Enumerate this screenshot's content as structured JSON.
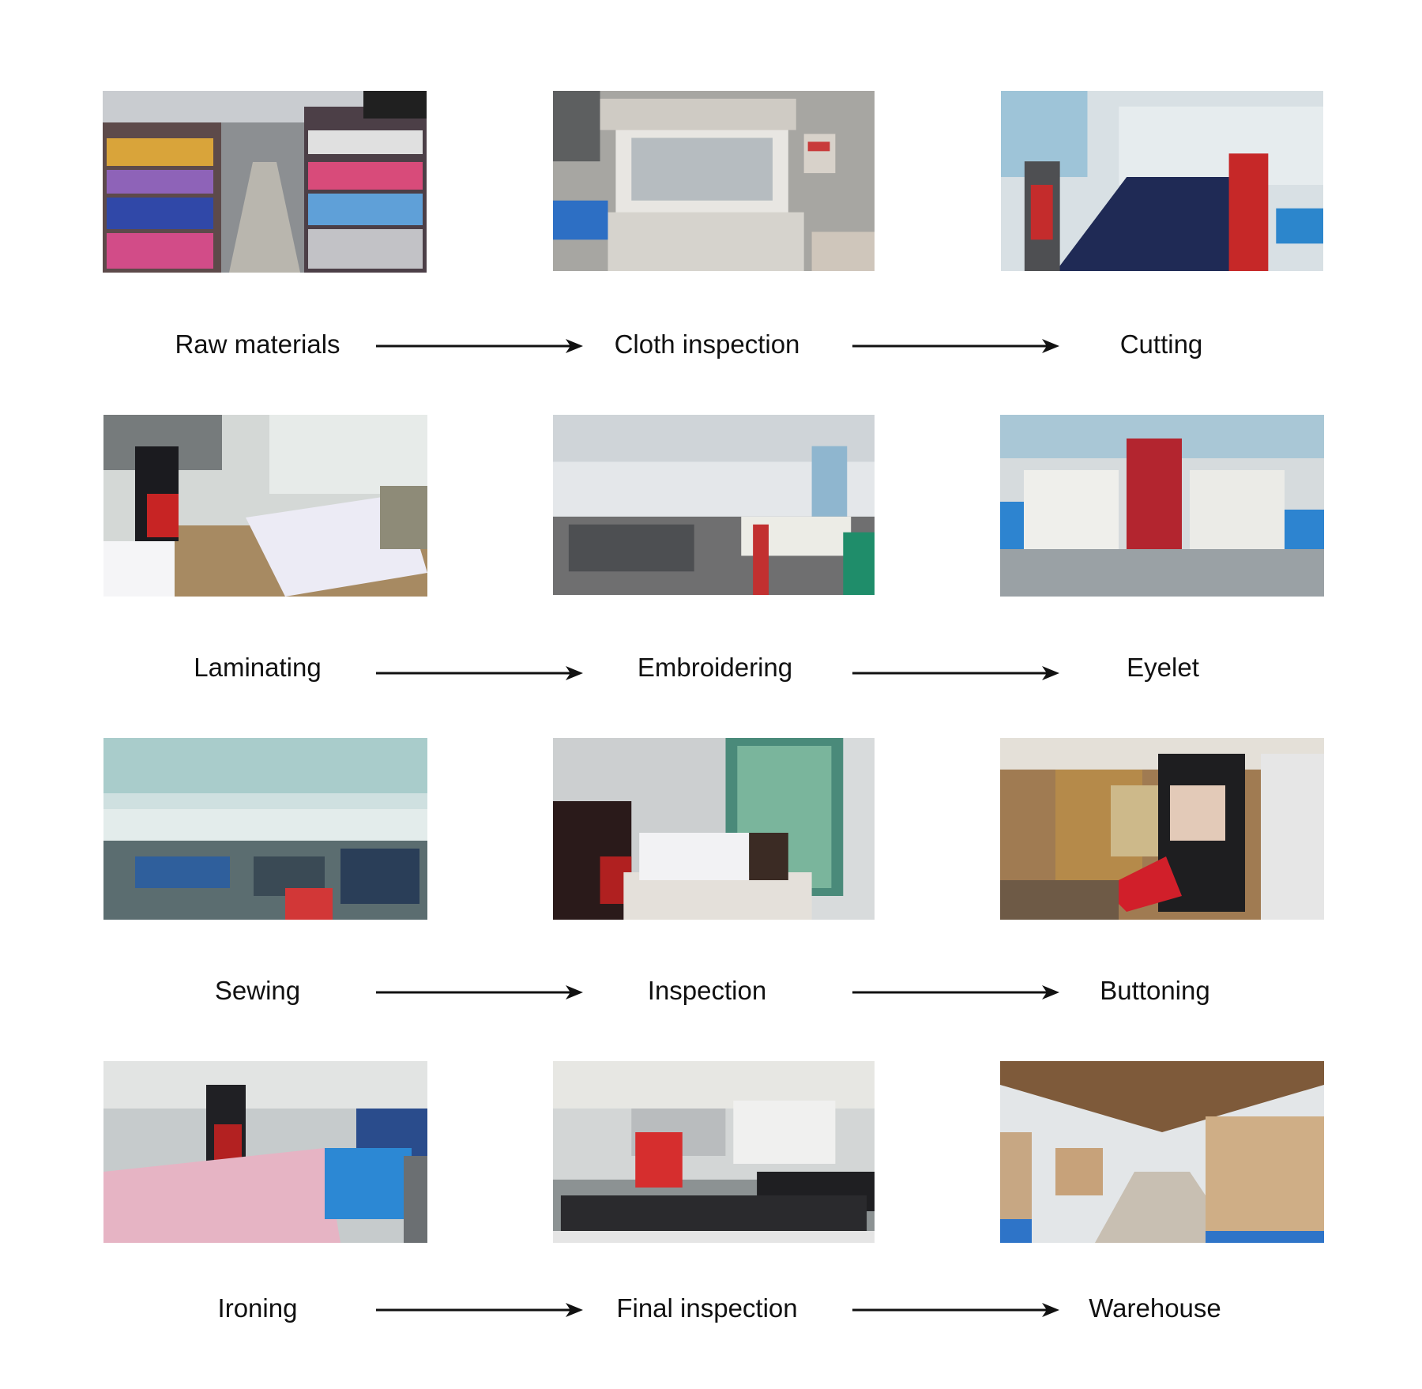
{
  "steps": [
    {
      "label": "Raw materials",
      "photo": "raw-materials-warehouse-photo"
    },
    {
      "label": "Cloth inspection",
      "photo": "cloth-inspection-machine-photo"
    },
    {
      "label": "Cutting",
      "photo": "cutting-table-photo"
    },
    {
      "label": "Laminating",
      "photo": "laminating-worker-photo"
    },
    {
      "label": "Embroidering",
      "photo": "embroidery-workshop-photo"
    },
    {
      "label": "Eyelet",
      "photo": "eyelet-machine-photo"
    },
    {
      "label": "Sewing",
      "photo": "sewing-floor-photo"
    },
    {
      "label": "Inspection",
      "photo": "inspection-table-photo"
    },
    {
      "label": "Buttoning",
      "photo": "buttoning-machine-photo"
    },
    {
      "label": "Ironing",
      "photo": "ironing-station-photo"
    },
    {
      "label": "Final inspection",
      "photo": "final-inspection-photo"
    },
    {
      "label": "Warehouse",
      "photo": "warehouse-boxes-photo"
    }
  ],
  "arrow_icon": "right-arrow-icon",
  "colors": {
    "text": "#111111",
    "arrow": "#111111",
    "background": "#ffffff"
  }
}
